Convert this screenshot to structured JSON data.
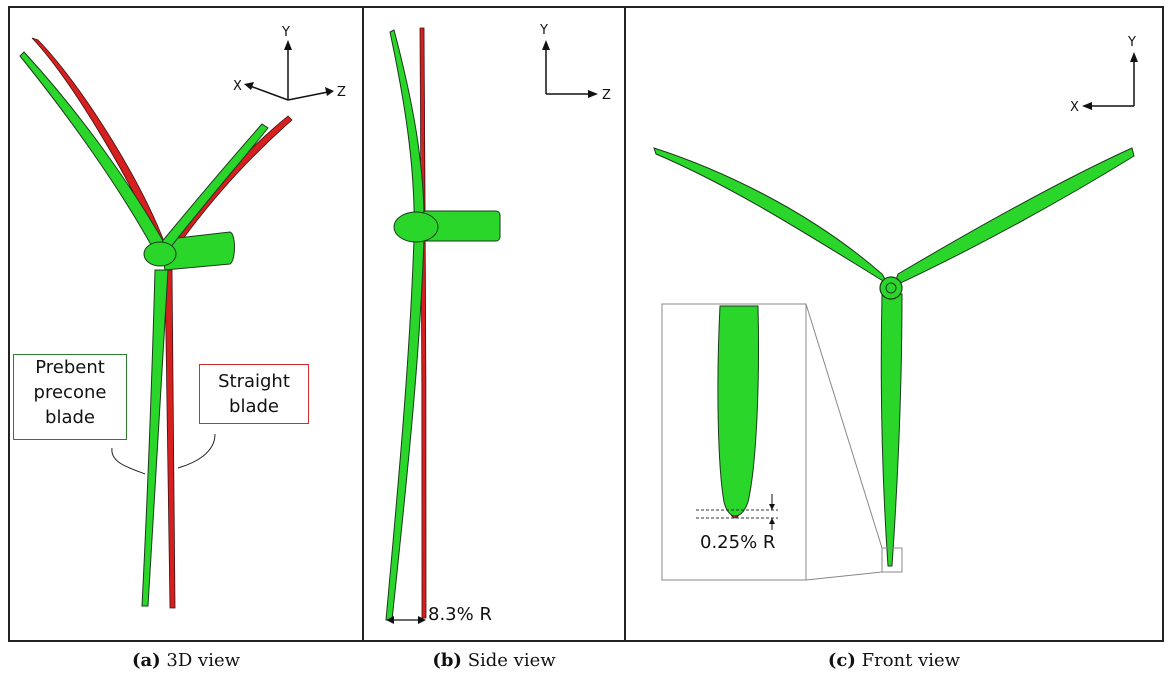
{
  "panels": {
    "a": {
      "axes": {
        "y": "Y",
        "x": "X",
        "z": "Z"
      },
      "legend_prebent": [
        "Prebent",
        "precone",
        "blade"
      ],
      "legend_straight": [
        "Straight",
        "blade"
      ]
    },
    "b": {
      "axes": {
        "y": "Y",
        "z": "Z"
      },
      "dimension": "8.3% R"
    },
    "c": {
      "axes": {
        "y": "Y",
        "x": "X"
      },
      "dimension": "0.25% R"
    }
  },
  "captions": {
    "a": {
      "tag": "(a)",
      "text": "3D view"
    },
    "b": {
      "tag": "(b)",
      "text": "Side view"
    },
    "c": {
      "tag": "(c)",
      "text": "Front view"
    }
  },
  "colors": {
    "prebent": "#2bd62b",
    "straight": "#d62020",
    "outline": "#1a3a1a"
  }
}
